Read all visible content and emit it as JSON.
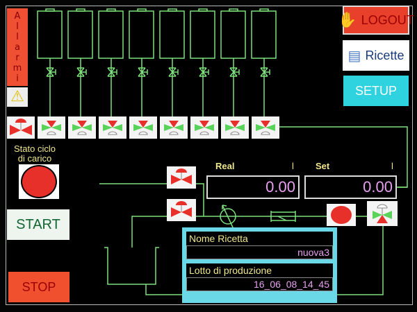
{
  "alarms": {
    "label": "Allarmi",
    "letters": [
      "A",
      "l",
      "l",
      "a",
      "r",
      "m",
      "i"
    ],
    "warning_icon": "warning-triangle"
  },
  "buttons": {
    "logout": "LOGOUT",
    "ricette": "Ricette",
    "setup": "SETUP",
    "start": "START",
    "stop": "STOP"
  },
  "status": {
    "label_line1": "Stato ciclo",
    "label_line2": "di carico"
  },
  "measure": {
    "real_label": "Real",
    "real_unit": "l",
    "real_value": "0.00",
    "set_label": "Set",
    "set_unit": "l",
    "set_value": "0.00"
  },
  "recipe": {
    "name_label": "Nome Ricetta",
    "name_value": "nuova3",
    "lot_label": "Lotto di produzione",
    "lot_value": "16_06_08_14_45"
  },
  "colors": {
    "line": "#7de07d",
    "red": "#e8302a",
    "cyan": "#2fd3e0"
  }
}
